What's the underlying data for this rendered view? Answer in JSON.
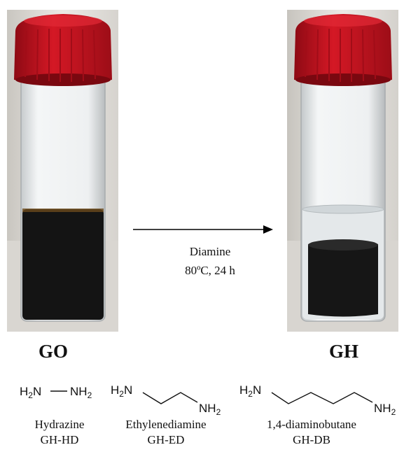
{
  "samples": {
    "left_label": "GO",
    "right_label": "GH"
  },
  "reaction": {
    "reagent": "Diamine",
    "conditions": "80ºC, 24 h"
  },
  "compounds": [
    {
      "structure_atoms": [
        "H2N",
        "NH2"
      ],
      "name": "Hydrazine",
      "code": "GH-HD"
    },
    {
      "structure_atoms": [
        "H2N",
        "NH2"
      ],
      "name": "Ethylenediamine",
      "code": "GH-ED"
    },
    {
      "structure_atoms": [
        "H2N",
        "NH2"
      ],
      "name": "1,4-diaminobutane",
      "code": "GH-DB"
    }
  ],
  "colors": {
    "cap": "#c1121f",
    "dark_liquid": "#141414",
    "clear_liquid": "#e4e8ea",
    "arrow": "#000000"
  }
}
